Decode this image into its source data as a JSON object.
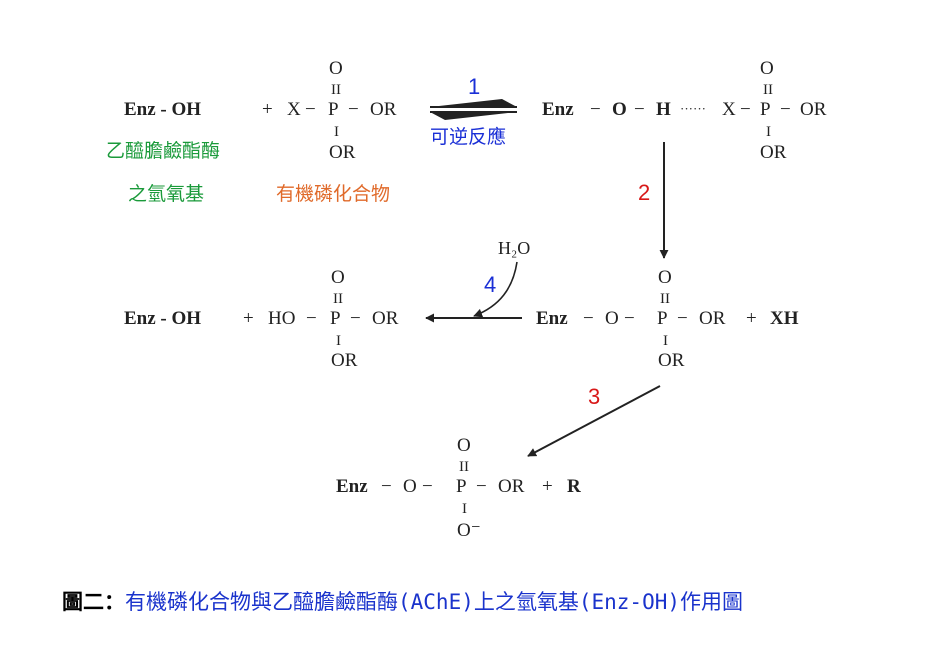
{
  "colors": {
    "step_blue": "#1a2fd6",
    "step_red": "#d81818",
    "green": "#1a9a3a",
    "orange": "#e06a2a",
    "caption_blue": "#1a33cc",
    "ink": "#222222"
  },
  "steps": {
    "one": "1",
    "two": "2",
    "three": "3",
    "four": "4"
  },
  "annotations": {
    "reversible": "可逆反應",
    "ache_line1": "乙醯膽鹼酯酶",
    "ache_line2": "之氫氧基",
    "organophosphate": "有機磷化合物"
  },
  "chem": {
    "enz_oh": "Enz - OH",
    "plus": "+",
    "x": "X",
    "dash": "−",
    "p": "P",
    "or": "OR",
    "o": "O",
    "double": "II",
    "single": "I",
    "enz": "Enz",
    "h": "H",
    "dots": "······",
    "ho": "HO",
    "xh": "XH",
    "r": "R",
    "o_minus": "O⁻",
    "water": "H₂O"
  },
  "caption": {
    "lead": "圖二：",
    "text": "有機磷化合物與乙醯膽鹼酯酶(AChE)上之氫氧基(Enz-OH)作用圖"
  }
}
